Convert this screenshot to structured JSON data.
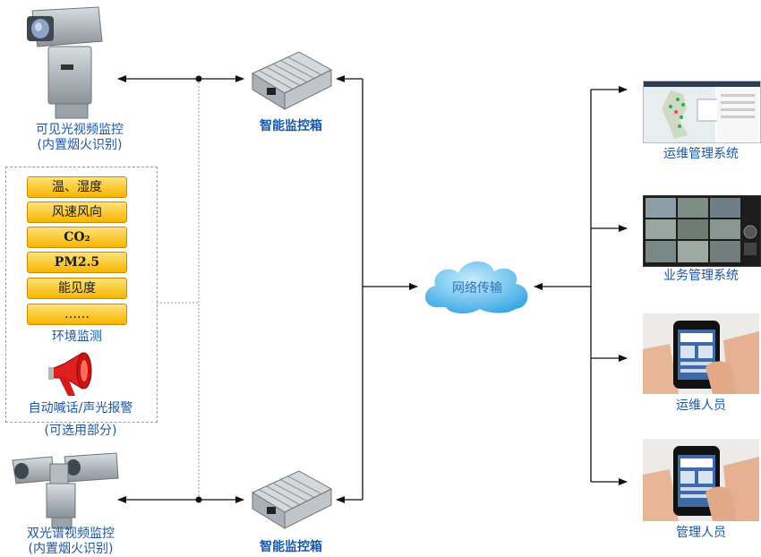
{
  "left": {
    "visible_camera": {
      "line1": "可见光视频监控",
      "line2": "(内置烟火识别)"
    },
    "dual_camera": {
      "line1": "双光谱视频监控",
      "line2": "(内置烟火识别)"
    },
    "env_items": [
      "温、湿度",
      "风速风向",
      "CO₂",
      "PM2.5",
      "能见度",
      "……"
    ],
    "env_label": "环境监测",
    "alarm_label": "自动喊话/声光报警",
    "optional_label": "(可选用部分)"
  },
  "middle": {
    "box_top_label": "智能监控箱",
    "box_bottom_label": "智能监控箱",
    "cloud_label": "网络传输"
  },
  "right": {
    "items": [
      {
        "label": "运维管理系统"
      },
      {
        "label": "业务管理系统"
      },
      {
        "label": "运维人员"
      },
      {
        "label": "管理人员"
      }
    ]
  },
  "colors": {
    "label_blue": "#1a56a6",
    "pill_fill": "#f7b500",
    "cloud": "#4bb8ec",
    "line": "#111111"
  }
}
